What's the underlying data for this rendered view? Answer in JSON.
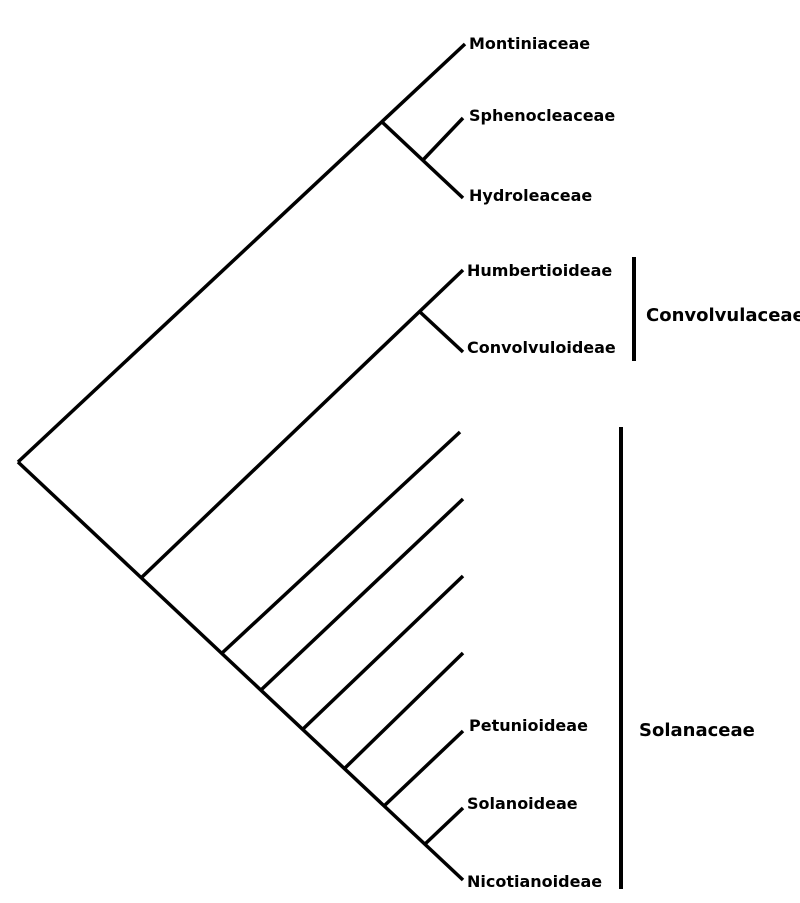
{
  "colors": {
    "line": "#000000",
    "background": "#ffffff"
  },
  "taxa": [
    {
      "id": "montiniaceae",
      "label": "Montiniaceae"
    },
    {
      "id": "sphenocleaceae",
      "label": "Sphenocleaceae"
    },
    {
      "id": "hydroleaceae",
      "label": "Hydroleaceae"
    },
    {
      "id": "humbertioideae",
      "label": "Humbertioideae"
    },
    {
      "id": "convolvuloideae",
      "label": "Convolvuloideae"
    },
    {
      "id": "petunioideae",
      "label": "Petunioideae"
    },
    {
      "id": "solanoideae",
      "label": "Solanoideae"
    },
    {
      "id": "nicotianoideae",
      "label": "Nicotianoideae"
    }
  ],
  "groups": [
    {
      "id": "convolvulaceae",
      "label": "Convolvulaceae"
    },
    {
      "id": "solanaceae",
      "label": "Solanaceae"
    }
  ]
}
